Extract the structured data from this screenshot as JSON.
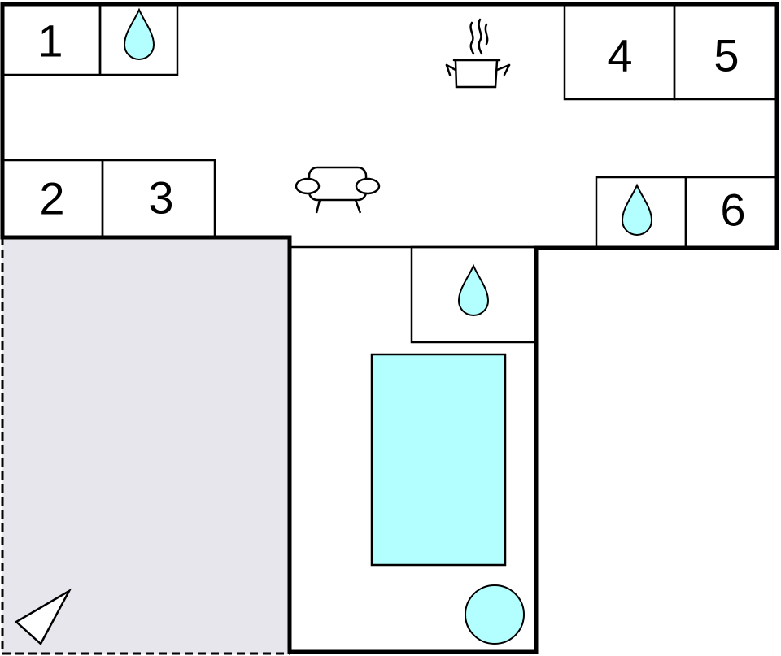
{
  "rooms": [
    {
      "id": "room-1",
      "label": "1"
    },
    {
      "id": "room-2",
      "label": "2"
    },
    {
      "id": "room-3",
      "label": "3"
    },
    {
      "id": "room-4",
      "label": "4"
    },
    {
      "id": "room-5",
      "label": "5"
    },
    {
      "id": "room-6",
      "label": "6"
    }
  ],
  "icons": {
    "water": "water-drop-icon",
    "kitchen": "cooking-pot-icon",
    "living": "sofa-icon",
    "pool": "pool",
    "round_pool": "round-pool",
    "compass": "north-arrow-icon"
  },
  "colors": {
    "water": "#b3ffff",
    "terrace": "#e6e6ec",
    "wall": "#000000",
    "background": "#ffffff"
  }
}
